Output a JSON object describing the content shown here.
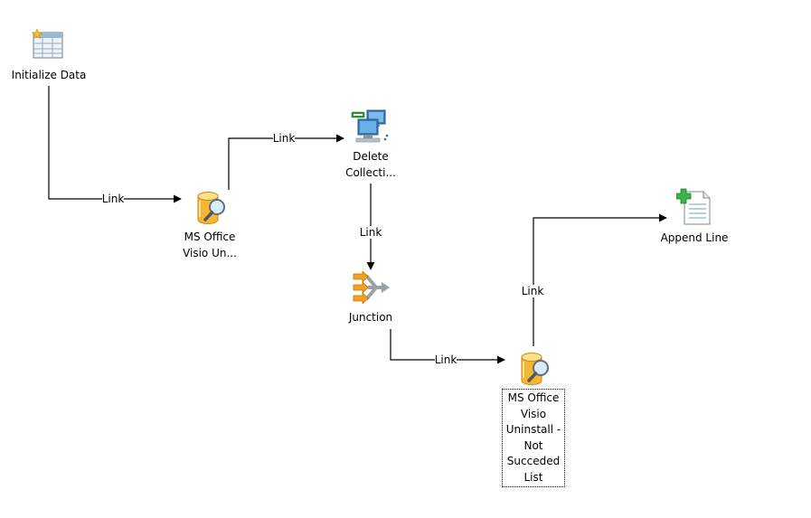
{
  "nodes": {
    "initialize_data": {
      "label": "Initialize Data"
    },
    "visio_uninstall_query": {
      "label_line1": "MS Office",
      "label_line2": "Visio Un..."
    },
    "delete_collection": {
      "label_line1": "Delete",
      "label_line2": "Collecti..."
    },
    "junction": {
      "label": "Junction"
    },
    "visio_not_succeeded_list": {
      "label_lines": [
        "MS Office",
        "Visio",
        "Uninstall -",
        "Not",
        "Succeded",
        "List"
      ]
    },
    "append_line": {
      "label": "Append Line"
    }
  },
  "links": {
    "init_to_query": "Link",
    "query_to_delete": "Link",
    "delete_to_junction": "Link",
    "junction_to_list": "Link",
    "list_to_append": "Link"
  }
}
